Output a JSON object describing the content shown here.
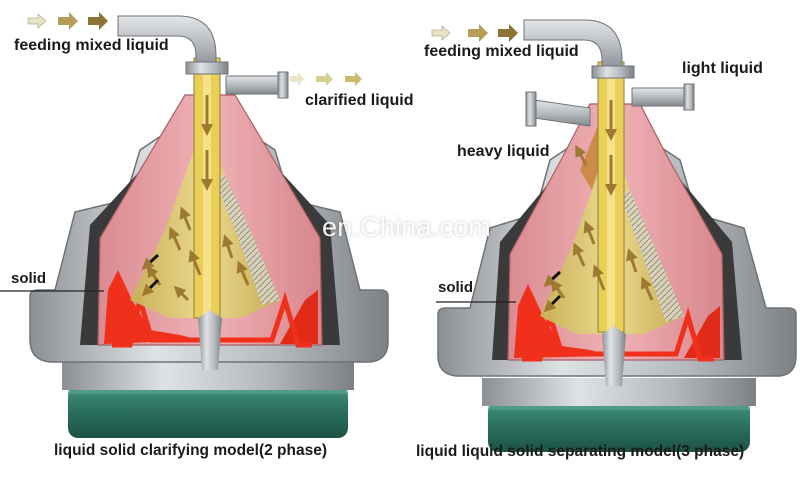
{
  "watermark": "en.China.com",
  "left": {
    "feed_label": "feeding mixed liquid",
    "out_label": "clarified liquid",
    "solid_label": "solid",
    "caption": "liquid solid clarifying model(2 phase)"
  },
  "right": {
    "feed_label": "feeding mixed liquid",
    "light_label": "light liquid",
    "heavy_label": "heavy liquid",
    "solid_label": "solid",
    "caption": "liquid liquid solid separating model(3 phase)"
  },
  "colors": {
    "steel": "#b9bcc0",
    "steel_dark": "#7d8287",
    "bowl_pink": "#e8a0a4",
    "bowl_red": "#d0313b",
    "solid_red": "#f0301a",
    "liquid_yellow": "#dcc86a",
    "base_green": "#2f7d68",
    "arrow": "#9c7a32"
  }
}
